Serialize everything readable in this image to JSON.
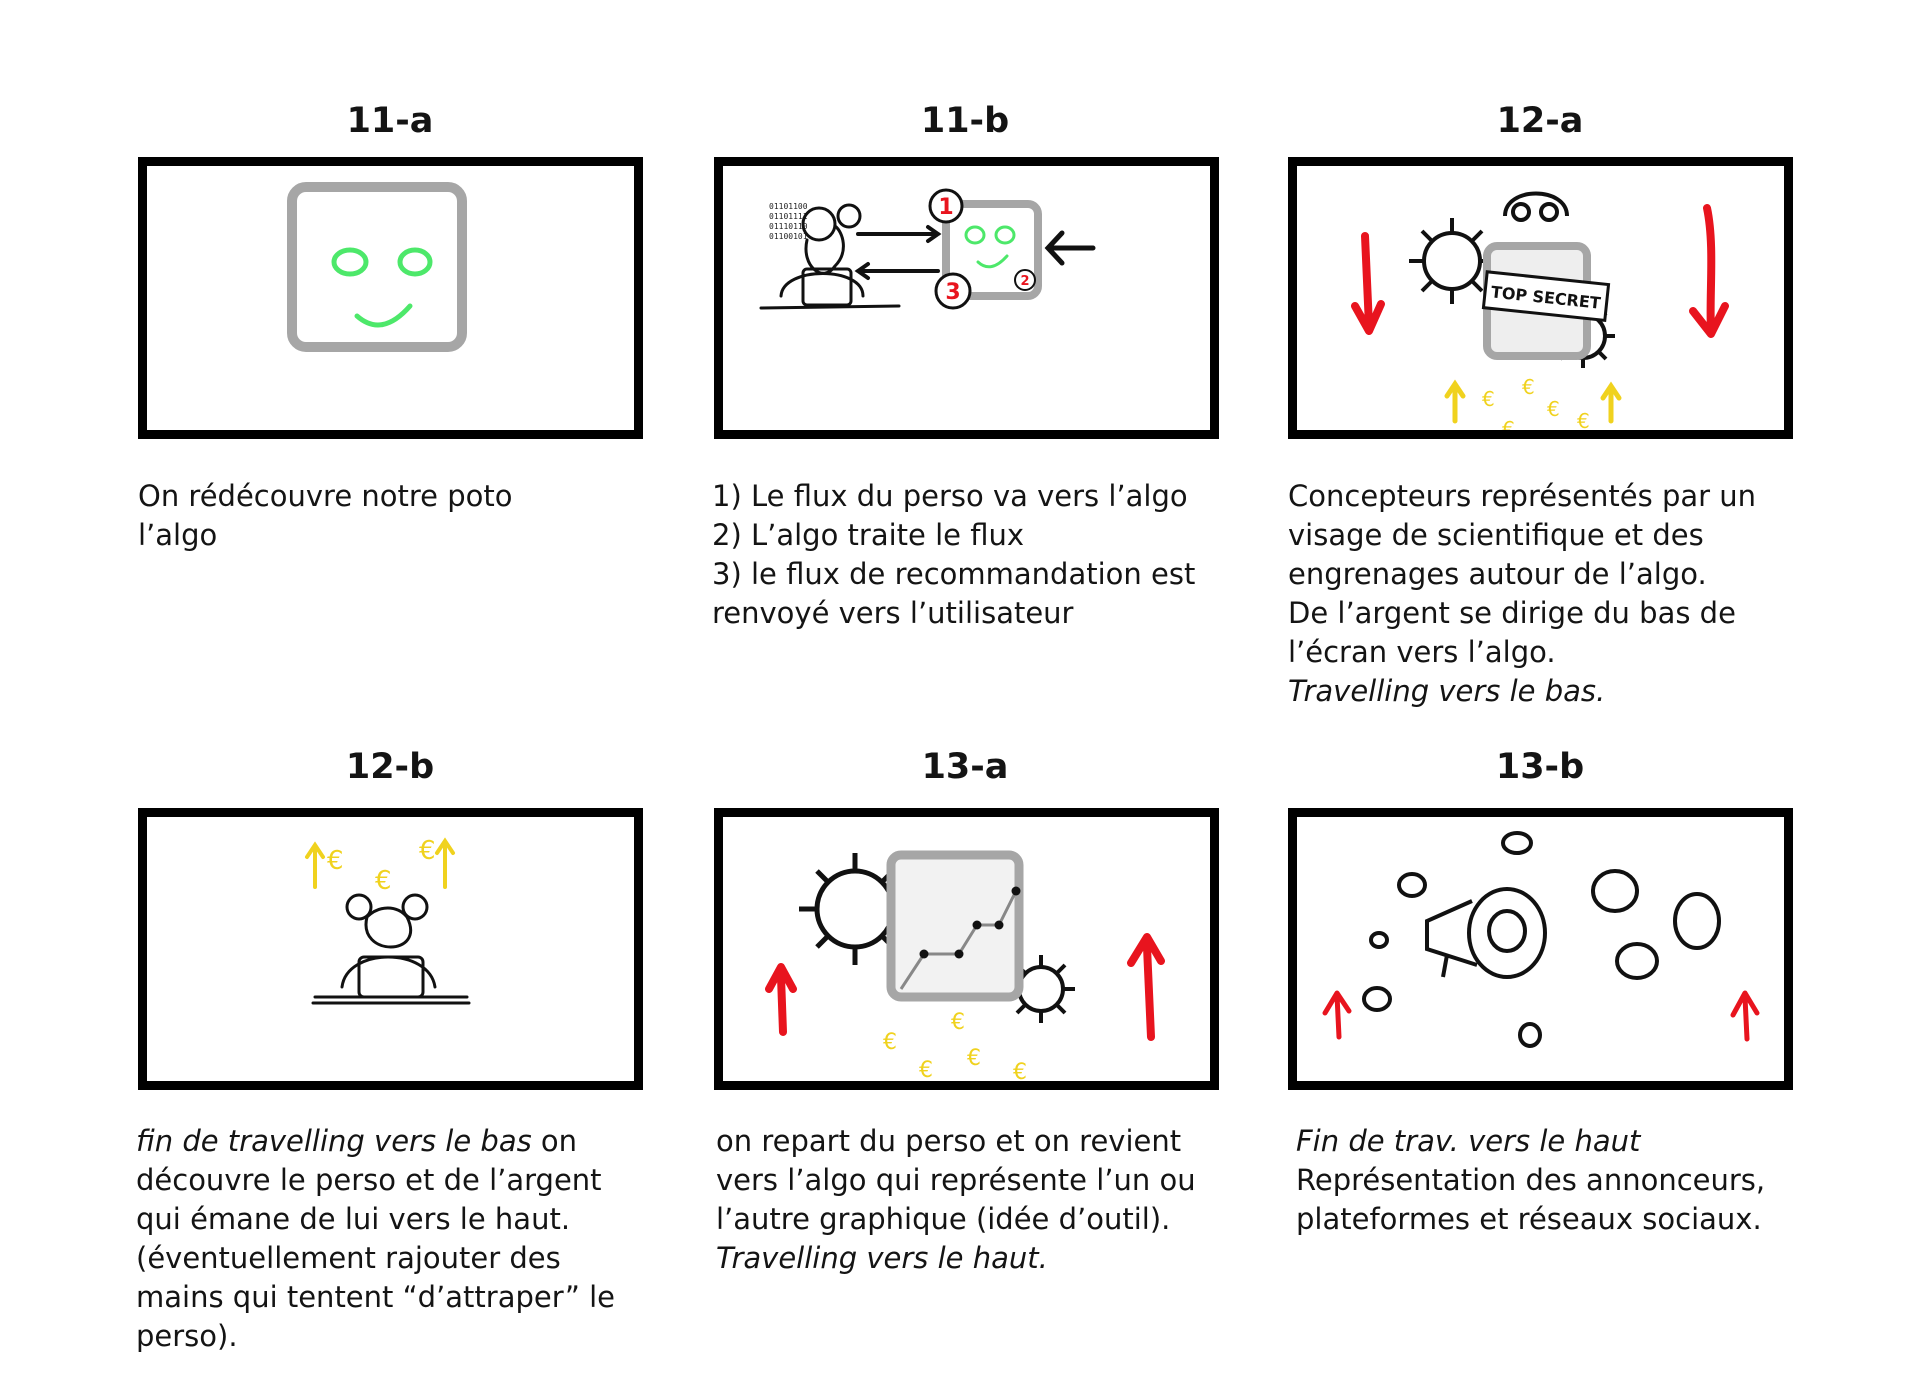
{
  "panels": [
    {
      "id": "11a",
      "title": "11-a",
      "caption_lines": [
        {
          "text": "On rédécouvre notre poto"
        },
        {
          "text": "l’algo"
        }
      ]
    },
    {
      "id": "11b",
      "title": "11-b",
      "binary_lines": [
        "01101100",
        "01101111",
        "01110110",
        "01100101"
      ],
      "step_numbers": [
        "1",
        "2",
        "3"
      ],
      "caption_lines": [
        {
          "text": "1) Le flux du perso va vers l’algo"
        },
        {
          "text": "2) L’algo traite le flux"
        },
        {
          "text": "3) le flux de recommandation est"
        },
        {
          "text": "renvoyé vers l’utilisateur"
        }
      ]
    },
    {
      "id": "12a",
      "title": "12-a",
      "stamp_text": "TOP SECRET",
      "caption_lines": [
        {
          "text": "Concepteurs représentés par un"
        },
        {
          "text": "visage de scientifique et des"
        },
        {
          "text": "engrenages autour de l’algo."
        },
        {
          "text": "De l’argent se dirige du bas de"
        },
        {
          "text": "l’écran vers l’algo."
        },
        {
          "italic": "Travelling vers le bas."
        }
      ]
    },
    {
      "id": "12b",
      "title": "12-b",
      "caption_lines": [
        {
          "italic": "fin de travelling vers le bas",
          "text": " on"
        },
        {
          "text": "découvre le perso et de l’argent"
        },
        {
          "text": "qui émane de lui vers le haut."
        },
        {
          "text": "(éventuellement rajouter des"
        },
        {
          "text": "mains qui tentent “d’attraper” le"
        },
        {
          "text": "perso)."
        }
      ]
    },
    {
      "id": "13a",
      "title": "13-a",
      "caption_lines": [
        {
          "text": "on repart du perso et on revient"
        },
        {
          "text": "vers l’algo qui représente l’un ou"
        },
        {
          "text": "l’autre graphique (idée d’outil)."
        },
        {
          "italic": "Travelling vers le haut."
        }
      ]
    },
    {
      "id": "13b",
      "title": "13-b",
      "caption_lines": [
        {
          "italic": "Fin de trav. vers le haut"
        },
        {
          "text": "Représentation des annonceurs,"
        },
        {
          "text": "plateformes et réseaux sociaux."
        }
      ]
    }
  ],
  "colors": {
    "frame": "#000000",
    "algo_box": "#a6a6a6",
    "face": "#4de86a",
    "arrow_red": "#e8141e",
    "money_yellow": "#f0d21e"
  },
  "symbols": {
    "euro": "€"
  }
}
